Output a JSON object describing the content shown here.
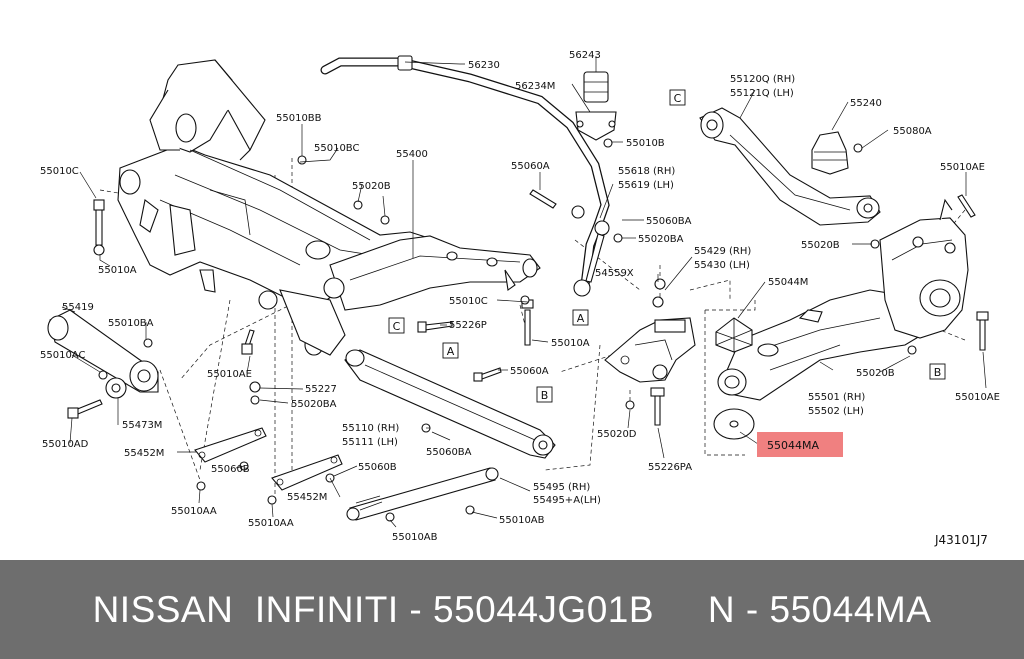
{
  "diagram": {
    "ref_code": "J43101J7",
    "highlight_color": "#f08080",
    "highlighted_part": "55044MA",
    "section_markers": [
      "A",
      "B",
      "C"
    ],
    "labels": [
      {
        "id": "p56230",
        "text": "56230"
      },
      {
        "id": "p56243",
        "text": "56243"
      },
      {
        "id": "p56234m",
        "text": "56234M"
      },
      {
        "id": "p55010b",
        "text": "55010B"
      },
      {
        "id": "p55060a_top",
        "text": "55060A"
      },
      {
        "id": "p55618",
        "text": "55618 (RH)"
      },
      {
        "id": "p55619",
        "text": "55619 (LH)"
      },
      {
        "id": "p55060ba_top",
        "text": "55060BA"
      },
      {
        "id": "p55020ba_top",
        "text": "55020BA"
      },
      {
        "id": "p54559x",
        "text": "54559X"
      },
      {
        "id": "p55010bb",
        "text": "55010BB"
      },
      {
        "id": "p55010bc_top",
        "text": "55010BC"
      },
      {
        "id": "p55400",
        "text": "55400"
      },
      {
        "id": "p55020b_top",
        "text": "55020B"
      },
      {
        "id": "p55010c_left",
        "text": "55010C"
      },
      {
        "id": "p55010a_left",
        "text": "55010A"
      },
      {
        "id": "p55419",
        "text": "55419"
      },
      {
        "id": "p55010ba",
        "text": "55010BA"
      },
      {
        "id": "p55010ac",
        "text": "55010AC"
      },
      {
        "id": "p55010ae_left",
        "text": "55010AE"
      },
      {
        "id": "p55227",
        "text": "55227"
      },
      {
        "id": "p55020ba_mid",
        "text": "55020BA"
      },
      {
        "id": "p55473m",
        "text": "55473M"
      },
      {
        "id": "p55010ad",
        "text": "55010AD"
      },
      {
        "id": "p55010c_mid",
        "text": "55010C"
      },
      {
        "id": "p55226p",
        "text": "55226P"
      },
      {
        "id": "p55010a_mid",
        "text": "55010A"
      },
      {
        "id": "p55060a_mid",
        "text": "55060A"
      },
      {
        "id": "p55110",
        "text": "55110 (RH)"
      },
      {
        "id": "p55111",
        "text": "55111 (LH)"
      },
      {
        "id": "p55060ba_bot",
        "text": "55060BA"
      },
      {
        "id": "p55452m_a",
        "text": "55452M"
      },
      {
        "id": "p55060b_a",
        "text": "55060B"
      },
      {
        "id": "p55010aa_a",
        "text": "55010AA"
      },
      {
        "id": "p55452m_b",
        "text": "55452M"
      },
      {
        "id": "p55060b_b",
        "text": "55060B"
      },
      {
        "id": "p55010aa_b",
        "text": "55010AA"
      },
      {
        "id": "p55495",
        "text": "55495 (RH)"
      },
      {
        "id": "p55495a",
        "text": "55495+A(LH)"
      },
      {
        "id": "p55010ab_r",
        "text": "55010AB"
      },
      {
        "id": "p55010ab_b",
        "text": "55010AB"
      },
      {
        "id": "p55429",
        "text": "55429 (RH)"
      },
      {
        "id": "p55430",
        "text": "55430 (LH)"
      },
      {
        "id": "p55044m",
        "text": "55044M"
      },
      {
        "id": "p55020d",
        "text": "55020D"
      },
      {
        "id": "p55226pa",
        "text": "55226PA"
      },
      {
        "id": "p55044ma",
        "text": "55044MA"
      },
      {
        "id": "p55120q",
        "text": "55120Q (RH)"
      },
      {
        "id": "p55121q",
        "text": "55121Q (LH)"
      },
      {
        "id": "p55240",
        "text": "55240"
      },
      {
        "id": "p55080a",
        "text": "55080A"
      },
      {
        "id": "p55010ae_top",
        "text": "55010AE"
      },
      {
        "id": "p55020b_right",
        "text": "55020B"
      },
      {
        "id": "p55501",
        "text": "55501 (RH)"
      },
      {
        "id": "p55502",
        "text": "55502 (LH)"
      },
      {
        "id": "p55020b_low",
        "text": "55020B"
      },
      {
        "id": "p55010ae_right",
        "text": "55010AE"
      }
    ]
  },
  "footer": {
    "caption": "NISSAN  INFINITI - 55044JG01B     N - 55044MA"
  }
}
